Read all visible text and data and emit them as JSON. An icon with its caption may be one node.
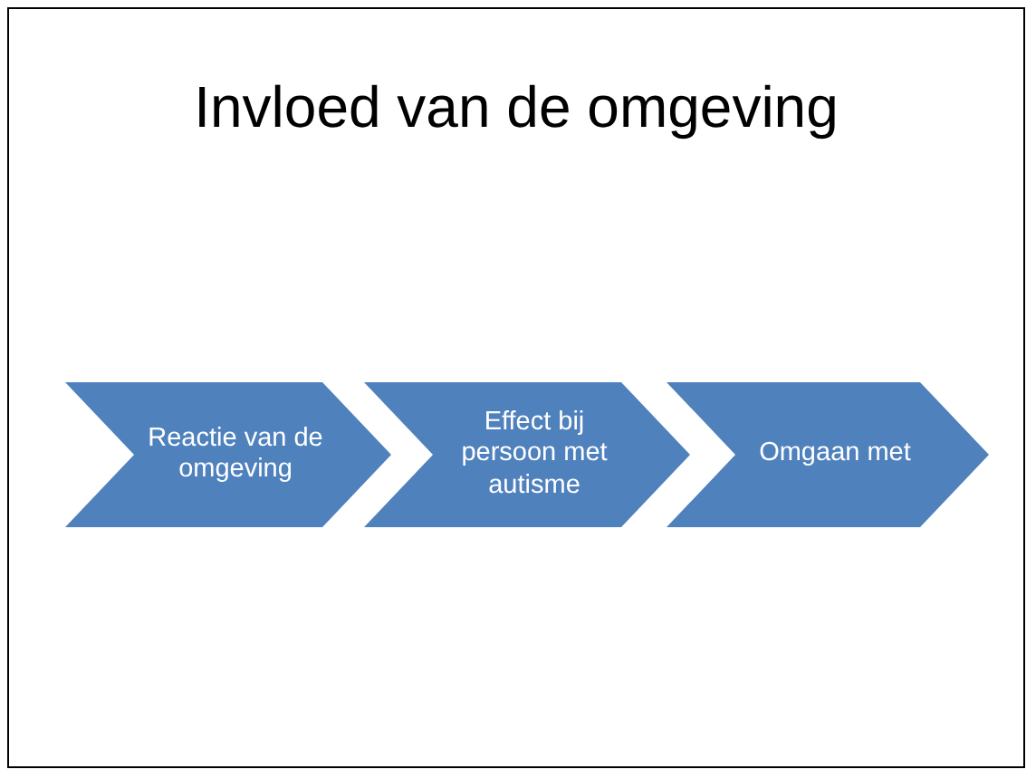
{
  "diagram": {
    "title": "Invloed van de omgeving",
    "nodes": [
      {
        "text": [
          "Reactie van de omgeving"
        ]
      },
      {
        "text": [
          "Effect bij persoon met autisme"
        ]
      },
      {
        "text": [
          "Omgaan met"
        ]
      }
    ],
    "edges": []
  }
}
